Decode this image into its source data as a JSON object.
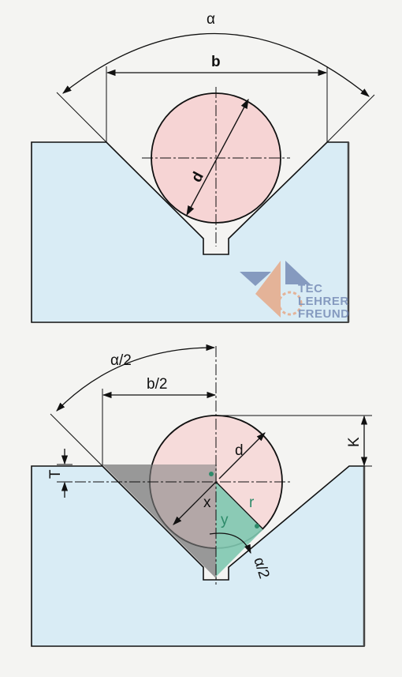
{
  "colors": {
    "block_fill": "#d9ecf5",
    "circle_fill": "#f6d4d4",
    "triangle_grey": "#9a9a9a",
    "triangle_green": "#7fc8b0",
    "accent_green": "#2e8b6a",
    "line": "#111111",
    "logo_blue": "#6a7fae",
    "logo_orange": "#e8a07a"
  },
  "top_diagram": {
    "label_alpha": "α",
    "label_b": "b",
    "label_d": "d"
  },
  "bottom_diagram": {
    "label_alpha_half": "α/2",
    "label_b_half": "b/2",
    "label_d": "d",
    "label_K": "K",
    "label_T": "T",
    "label_x": "x",
    "label_y": "y",
    "label_r": "r",
    "label_angle": "α/2"
  },
  "watermark": {
    "line1": "TEC",
    "line2": "LEHRER",
    "line3": "FREUND"
  }
}
